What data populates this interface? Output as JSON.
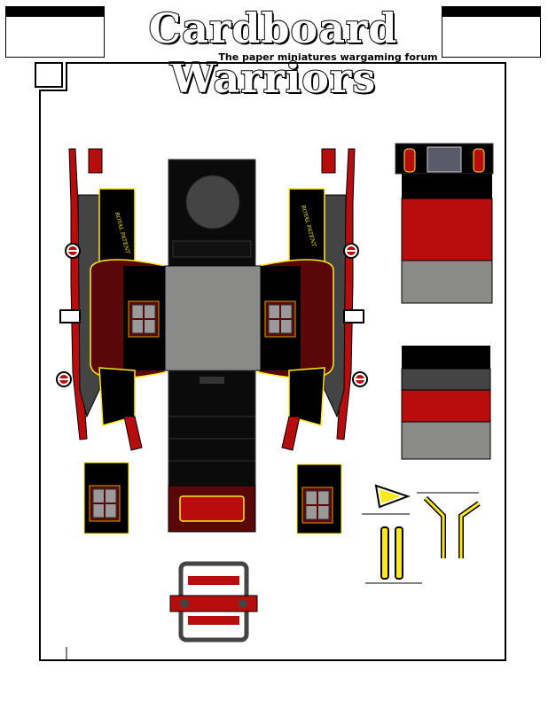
{
  "header": {
    "logo_text": "Cardboard Warriors",
    "tagline": "The paper miniatures wargaming forum"
  },
  "parts": {
    "side_panel_label": "ROYAL PATENT"
  },
  "colors": {
    "body_black": "#0b0b0b",
    "coach_red": "#b80d0d",
    "dark_red": "#5a0707",
    "trim_yellow": "#ffe81a",
    "roof_grey": "#8a8a88",
    "steel_grey": "#444444"
  }
}
